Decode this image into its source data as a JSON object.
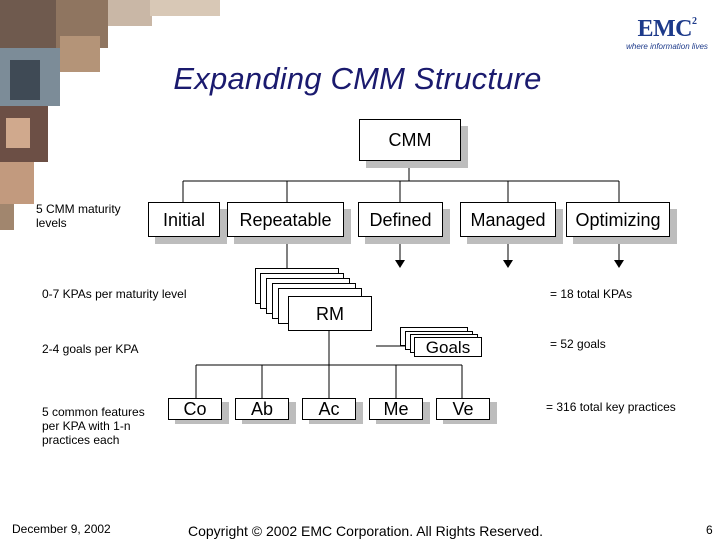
{
  "slide": {
    "title": "Expanding CMM Structure",
    "logo": {
      "word": "EMC",
      "superscript": "2",
      "tagline": "where information lives"
    }
  },
  "diagram": {
    "root": "CMM",
    "levels": [
      "Initial",
      "Repeatable",
      "Defined",
      "Managed",
      "Optimizing"
    ],
    "kpa_box": "RM",
    "goal_box": "Goals",
    "features": [
      "Co",
      "Ab",
      "Ac",
      "Me",
      "Ve"
    ]
  },
  "annotations": {
    "left": {
      "levels": "5 CMM maturity levels",
      "kpas": "0-7 KPAs per maturity level",
      "goals": "2-4 goals per KPA",
      "features": "5 common features per KPA with 1-n practices each"
    },
    "right": {
      "kpas": "= 18 total KPAs",
      "goals": "= 52 goals",
      "practices": "= 316 total key practices"
    }
  },
  "footer": {
    "date": "December 9, 2002",
    "copyright": "Copyright © 2002 EMC Corporation. All Rights Reserved.",
    "page": "6"
  }
}
